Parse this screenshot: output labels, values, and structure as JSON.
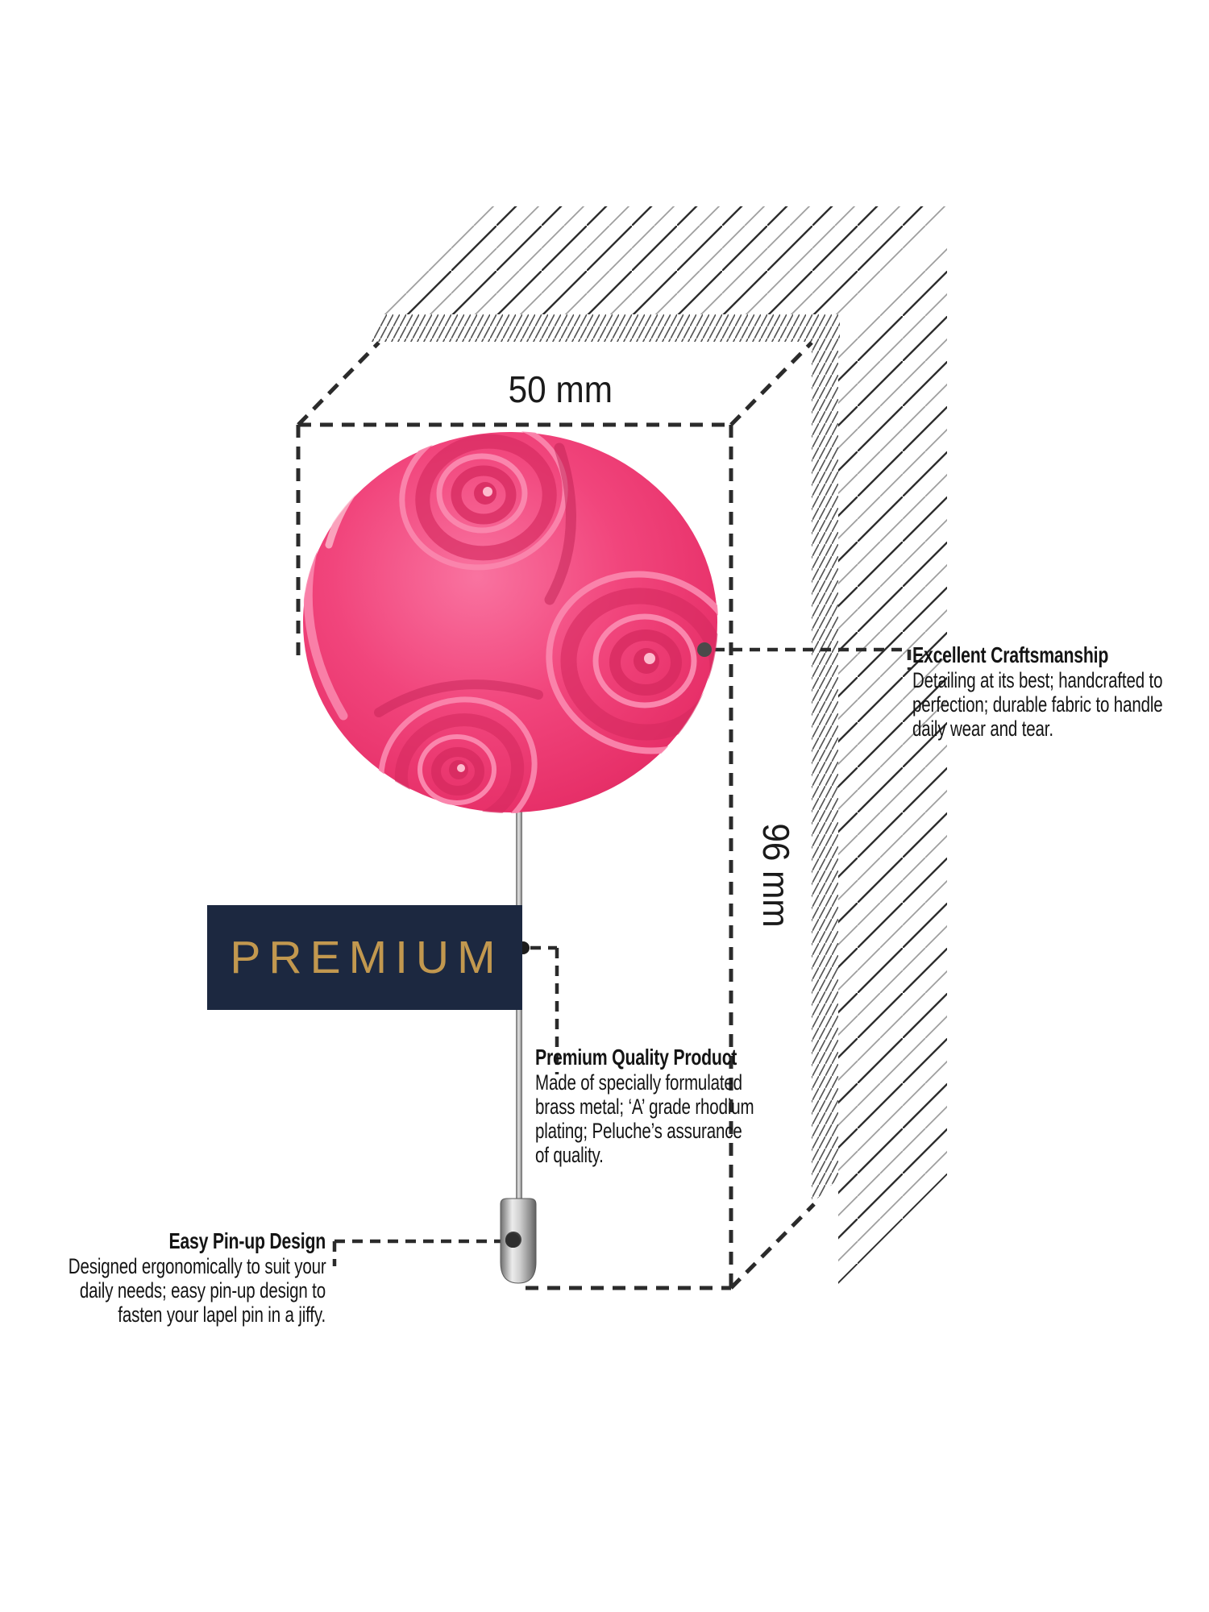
{
  "tag": {
    "label": "PREMIUM"
  },
  "dimensions": {
    "width_label": "50 mm",
    "height_label": "96 mm"
  },
  "annotations": {
    "craftsmanship": {
      "heading": "Excellent Craftsmanship",
      "lines": [
        "Detailing at its best; handcrafted to",
        "perfection; durable fabric to handle",
        "daily wear and tear."
      ]
    },
    "premium_quality": {
      "heading": "Premium Quality Product",
      "lines": [
        "Made of specially formulated",
        "brass metal; ‘A’ grade rhodium",
        "plating; Peluche’s assurance",
        "of quality."
      ]
    },
    "easy_pinup": {
      "heading": "Easy Pin-up Design",
      "lines": [
        "Designed ergonomically to suit your",
        "daily needs; easy pin-up design to",
        "fasten your lapel pin in a jiffy."
      ]
    }
  },
  "colors": {
    "flower_main": "#f1457c",
    "flower_deep": "#d62a5f",
    "flower_darker": "#c02254",
    "flower_light": "#fa86ad",
    "flower_lightest": "#fdbacd",
    "tag_navy": "#1c2840",
    "tag_gold": "#c2984f",
    "line_dark": "#2b2b2b",
    "connector_dot": "#4a4a4a",
    "hatch_dense": "#555555",
    "hatch_dark": "#2e2e2e",
    "hatch_light": "#9e9e9e"
  }
}
